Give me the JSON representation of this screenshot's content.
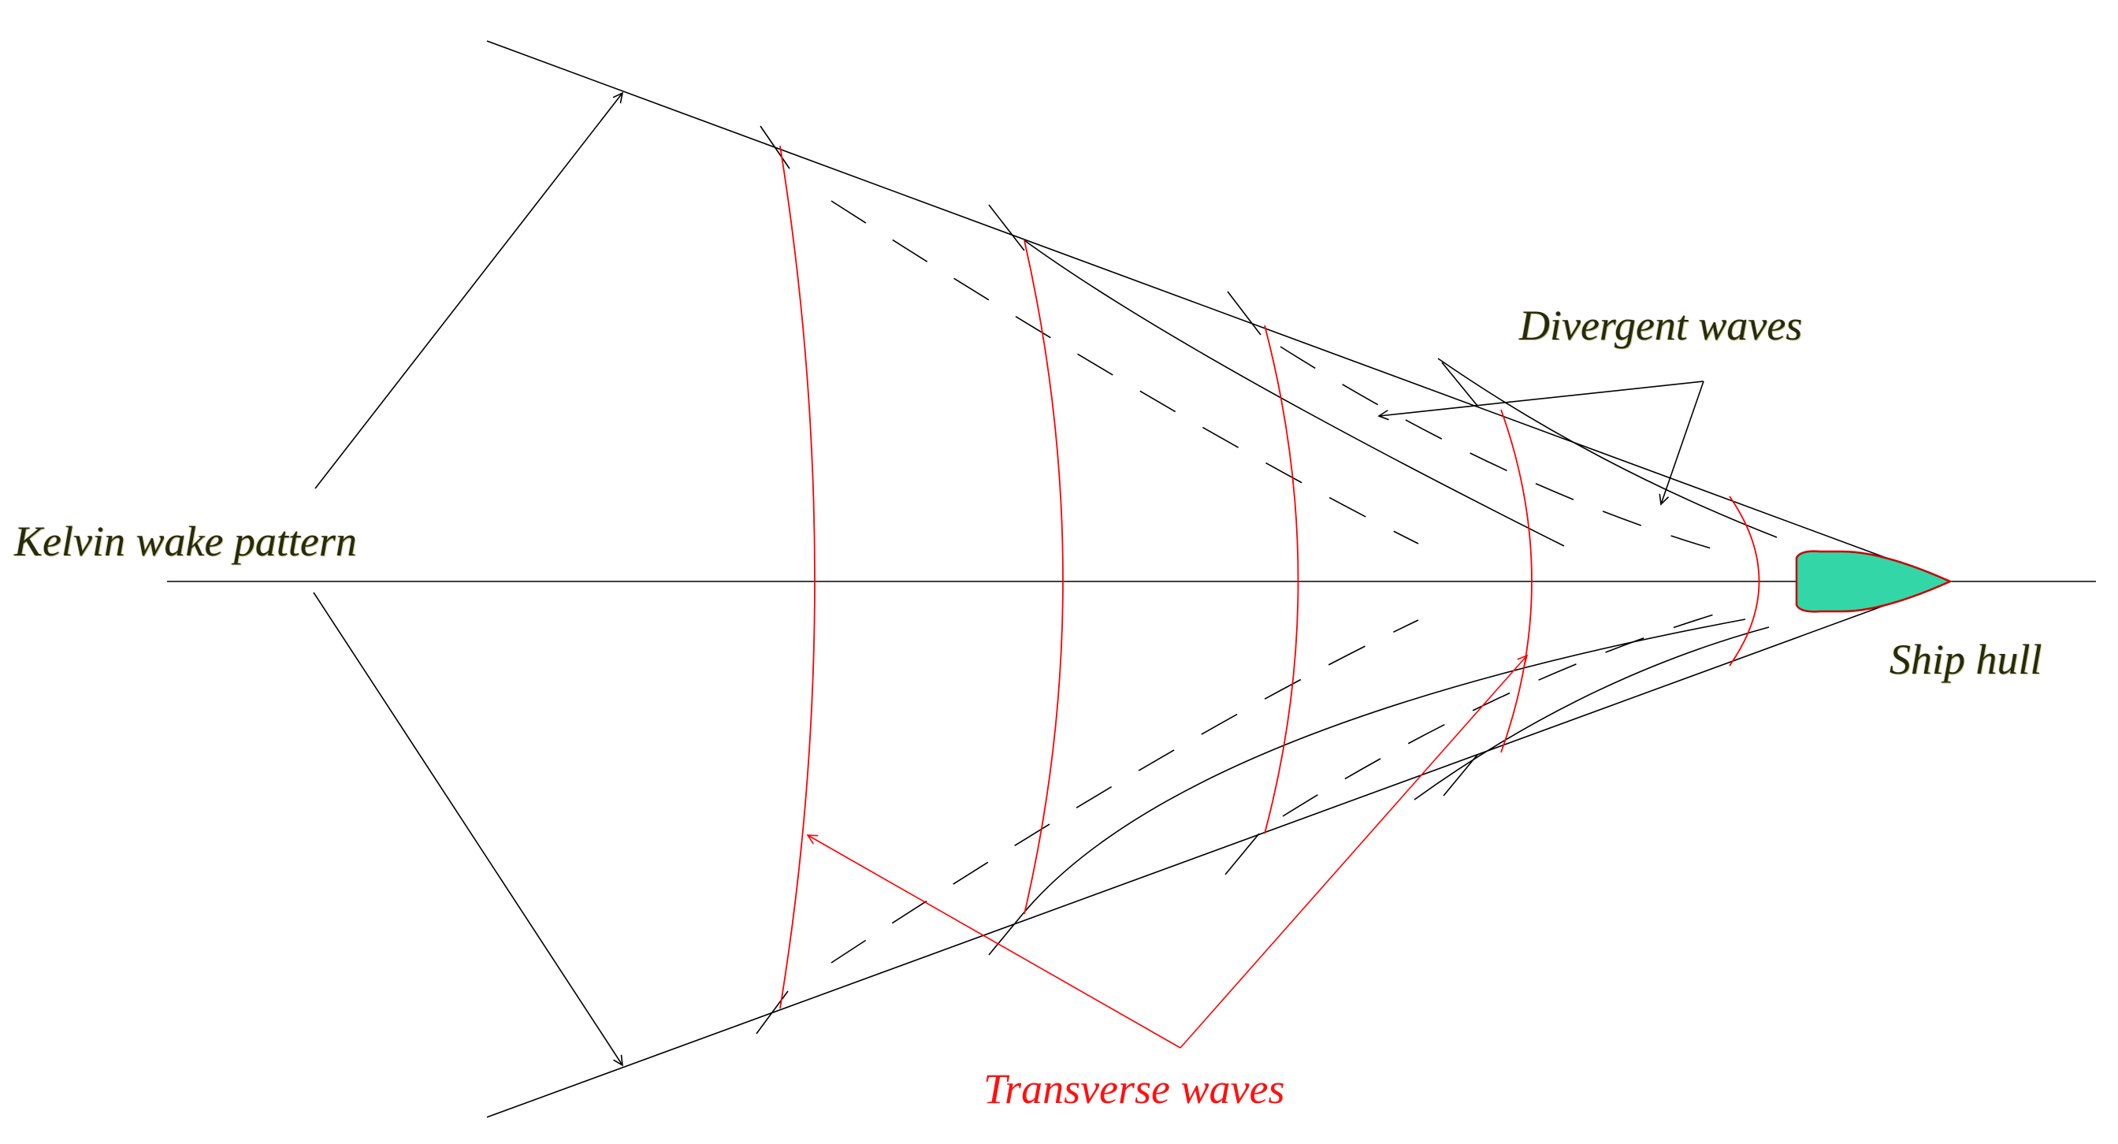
{
  "labels": {
    "kelvin_wake_pattern": "Kelvin wake pattern",
    "divergent_waves": "Divergent waves",
    "ship_hull": "Ship hull",
    "transverse_waves": "Transverse waves"
  },
  "colors": {
    "background": "#ffffff",
    "outline": "#000000",
    "transverse_waves": "#ff0000",
    "hull_fill": "#33d6a6",
    "hull_outline": "#cc0000",
    "dark_label": "#262a10",
    "red_label": "#ff1010"
  }
}
